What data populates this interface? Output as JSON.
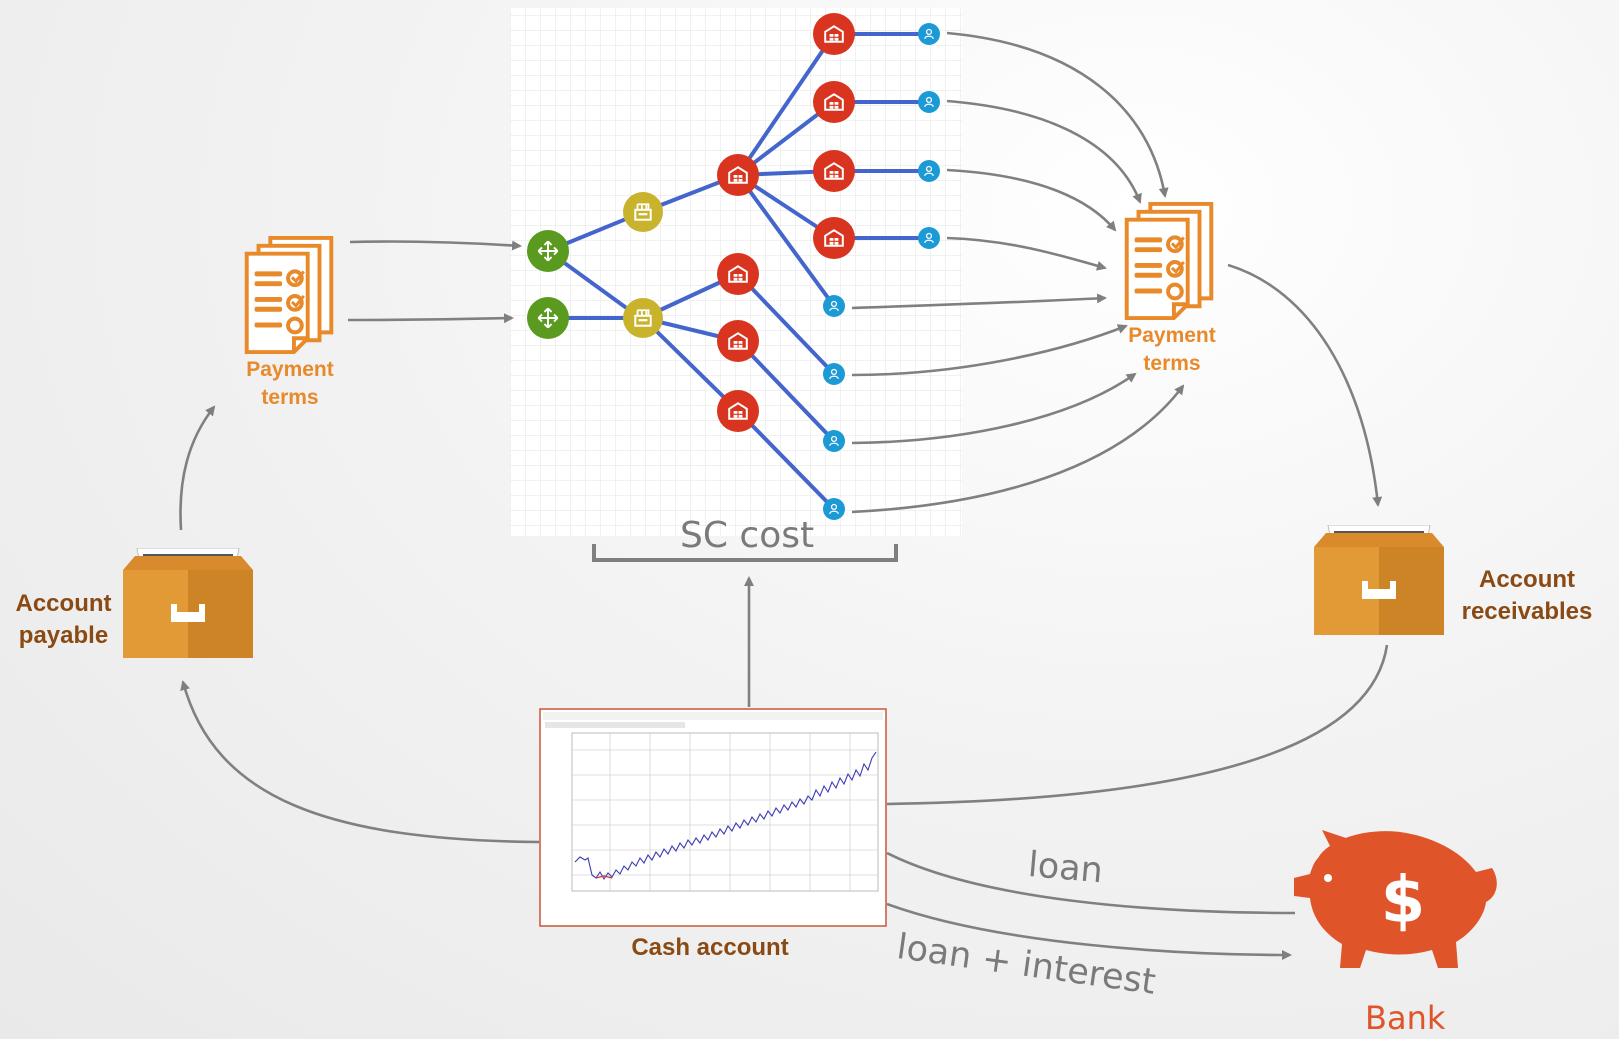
{
  "labels": {
    "payment_terms_left": "Payment terms",
    "payment_terms_right": "Payment terms",
    "account_payable": "Account payable",
    "account_receivables": "Account receivables",
    "sc_cost": "SC cost",
    "cash_account": "Cash account",
    "bank": "Bank",
    "loan": "loan",
    "loan_interest": "loan + interest"
  },
  "colors": {
    "accent_orange": "#e8892a",
    "label_brown": "#8a4a14",
    "arrow_gray": "#808080",
    "network_line": "#4466cc",
    "supplier_green": "#5a9a1f",
    "factory_yellow": "#c9b32c",
    "warehouse_red": "#d8341f",
    "customer_blue": "#1b9ad6",
    "bank_orange": "#e0542a"
  },
  "icons": {
    "payment_terms": "document-checklist-icon",
    "account_drawer": "file-drawer-icon",
    "supplier": "supplier-node-icon",
    "factory": "factory-node-icon",
    "warehouse": "warehouse-node-icon",
    "customer": "customer-node-icon",
    "bank": "piggy-bank-dollar-icon",
    "cash_chart": "cash-account-chart-thumbnail"
  }
}
